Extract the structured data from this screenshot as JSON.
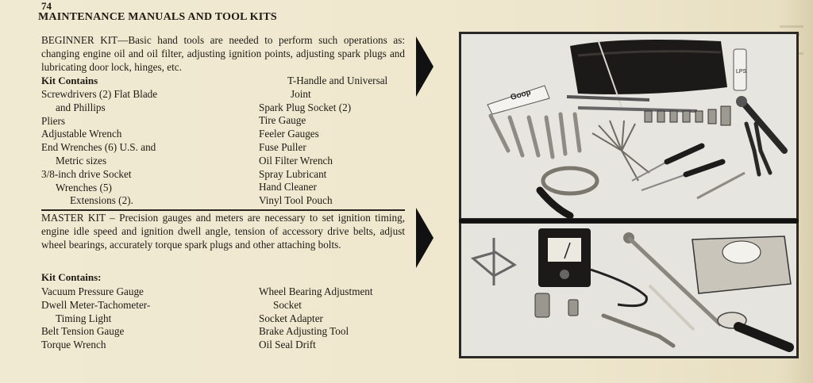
{
  "page_number": "74",
  "heading": "MAINTENANCE MANUALS AND TOOL KITS",
  "beginner": {
    "title": "BEGINNER KIT",
    "dash": "—",
    "text": "Basic hand tools are needed to perform such operations as: changing engine oil and oil filter, adjusting ignition points, adjusting spark plugs and lubricating door lock, hinges, etc.",
    "contains_label": "Kit Contains",
    "col1": [
      "Screwdrivers (2) Flat Blade",
      "and Phillips",
      "Pliers",
      "Adjustable Wrench",
      "End Wrenches (6) U.S. and",
      "Metric sizes",
      "3/8-inch drive Socket",
      "Wrenches (5)",
      "Extensions (2)."
    ],
    "col2": [
      "T-Handle and Universal",
      "Joint",
      "Spark Plug Socket (2)",
      "Tire Gauge",
      "Feeler Gauges",
      "Fuse Puller",
      "Oil Filter Wrench",
      "Spray Lubricant",
      "Hand Cleaner",
      "Vinyl Tool Pouch"
    ]
  },
  "master": {
    "title": "MASTER KIT",
    "dash": " – ",
    "text": "Precision gauges and meters are necessary to set ignition timing, engine idle speed and ignition dwell angle, tension of accessory drive belts, adjust wheel bearings, accurately torque spark plugs and other attaching bolts.",
    "contains_label": "Kit Contains:",
    "col1": [
      "Vacuum Pressure Gauge",
      "Dwell Meter-Tachometer-",
      "Timing Light",
      "Belt Tension Gauge",
      "Torque Wrench"
    ],
    "col2": [
      "Wheel Bearing Adjustment",
      "Socket",
      "Socket Adapter",
      "Brake Adjusting Tool",
      "Oil Seal Drift"
    ]
  },
  "photo_labels": {
    "tube": "Goop",
    "can": "LPS"
  }
}
